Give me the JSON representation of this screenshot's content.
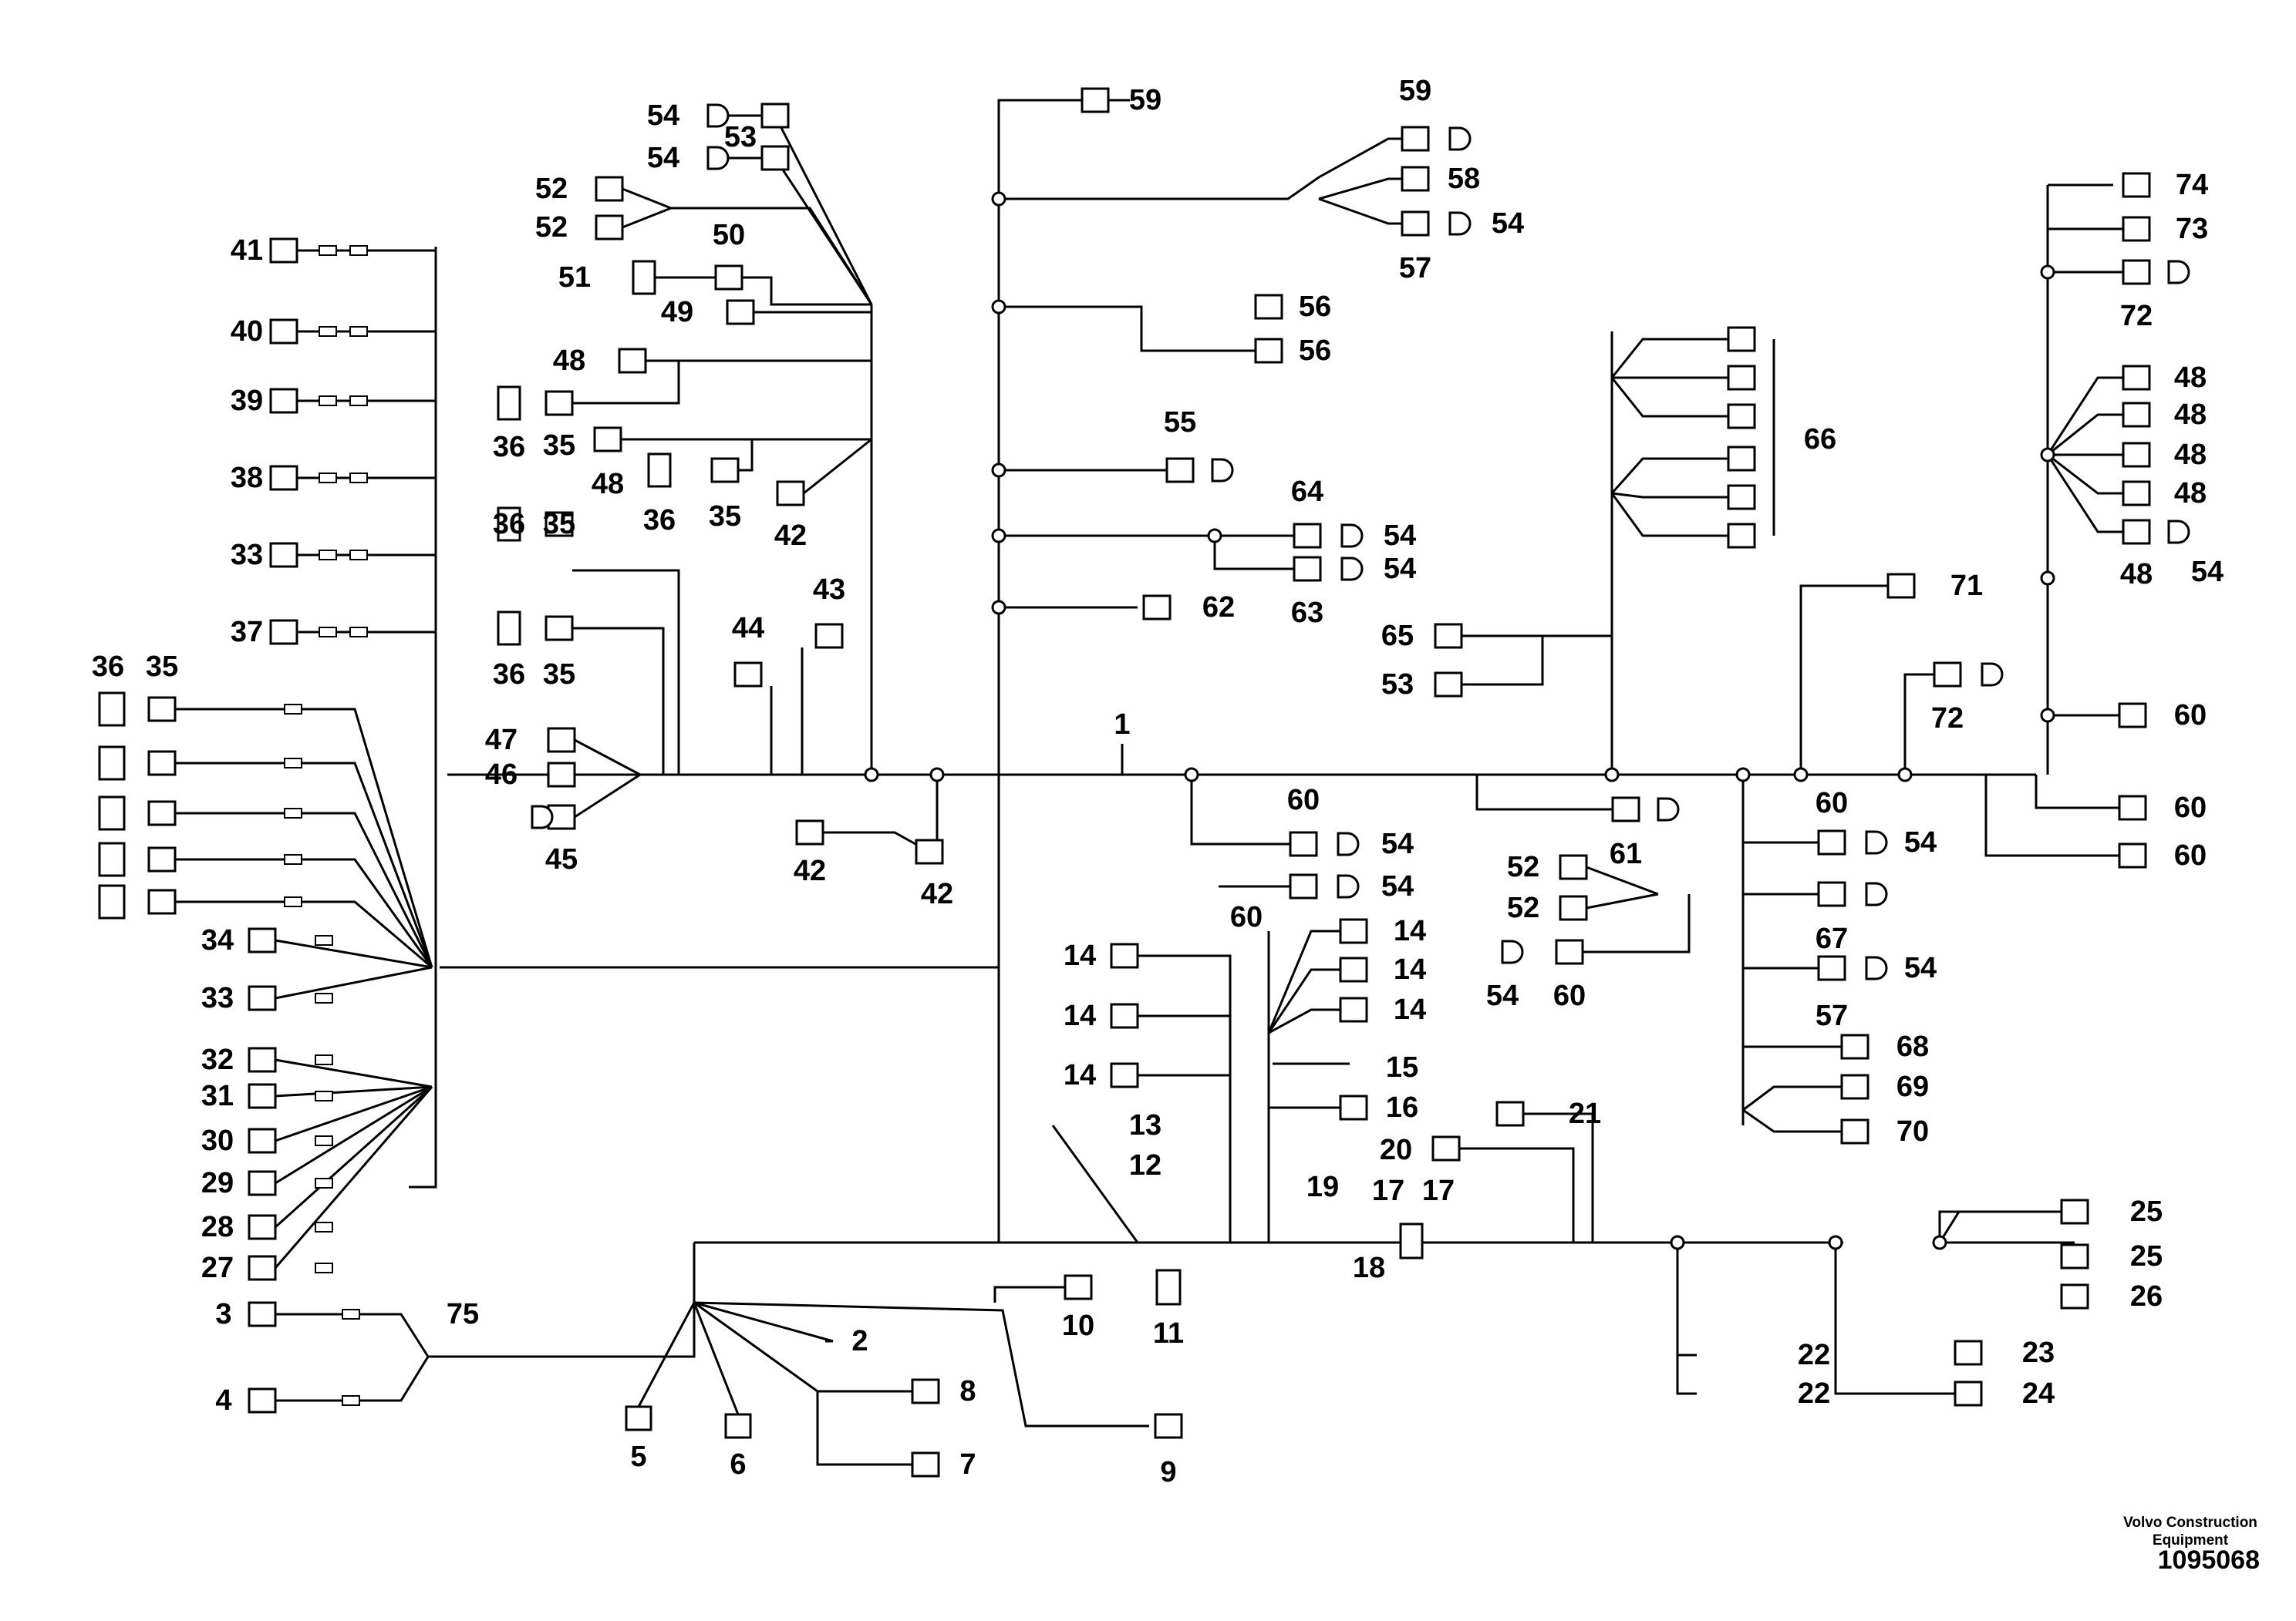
{
  "diagram": {
    "main_harness_label": "1",
    "labels": [
      "2",
      "3",
      "4",
      "5",
      "6",
      "7",
      "8",
      "9",
      "10",
      "11",
      "12",
      "13",
      "14",
      "15",
      "16",
      "17",
      "18",
      "19",
      "20",
      "21",
      "22",
      "23",
      "24",
      "25",
      "26",
      "27",
      "28",
      "29",
      "30",
      "31",
      "32",
      "33",
      "34",
      "35",
      "36",
      "37",
      "38",
      "39",
      "40",
      "41",
      "42",
      "43",
      "44",
      "45",
      "46",
      "47",
      "48",
      "49",
      "50",
      "51",
      "52",
      "53",
      "54",
      "55",
      "56",
      "57",
      "58",
      "59",
      "60",
      "61",
      "62",
      "63",
      "64",
      "65",
      "66",
      "67",
      "68",
      "69",
      "70",
      "71",
      "72",
      "73",
      "74",
      "75"
    ]
  },
  "footer": {
    "brand_line1": "Volvo Construction",
    "brand_line2": "Equipment",
    "part_number": "1095068"
  }
}
